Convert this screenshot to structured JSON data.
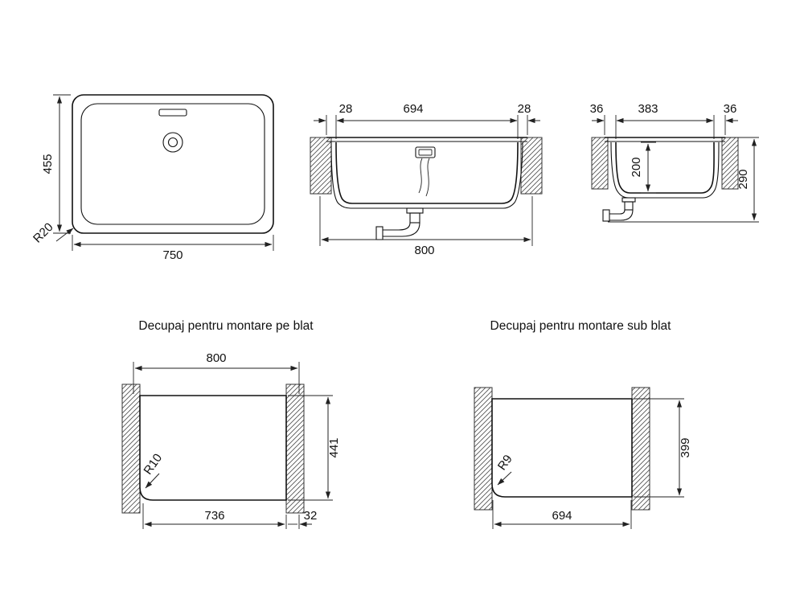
{
  "page": {
    "background": "#ffffff",
    "line_color": "#111111"
  },
  "top_view": {
    "height_label": "455",
    "width_label": "750",
    "corner_radius_label": "R20"
  },
  "front_view": {
    "left_rim_label": "28",
    "bowl_width_label": "694",
    "right_rim_label": "28",
    "overall_width_label": "800"
  },
  "side_view": {
    "front_rim_label": "36",
    "bowl_length_label": "383",
    "back_rim_label": "36",
    "bowl_depth_label": "200",
    "overall_depth_label": "290"
  },
  "cutout_topmount": {
    "title": "Decupaj pentru montare pe blat",
    "width_label": "800",
    "height_label": "441",
    "corner_radius_label": "R10",
    "inner_width_label": "736",
    "offset_label": "32"
  },
  "cutout_undermount": {
    "title": "Decupaj pentru montare sub blat",
    "width_label": "694",
    "height_label": "399",
    "corner_radius_label": "R9"
  }
}
